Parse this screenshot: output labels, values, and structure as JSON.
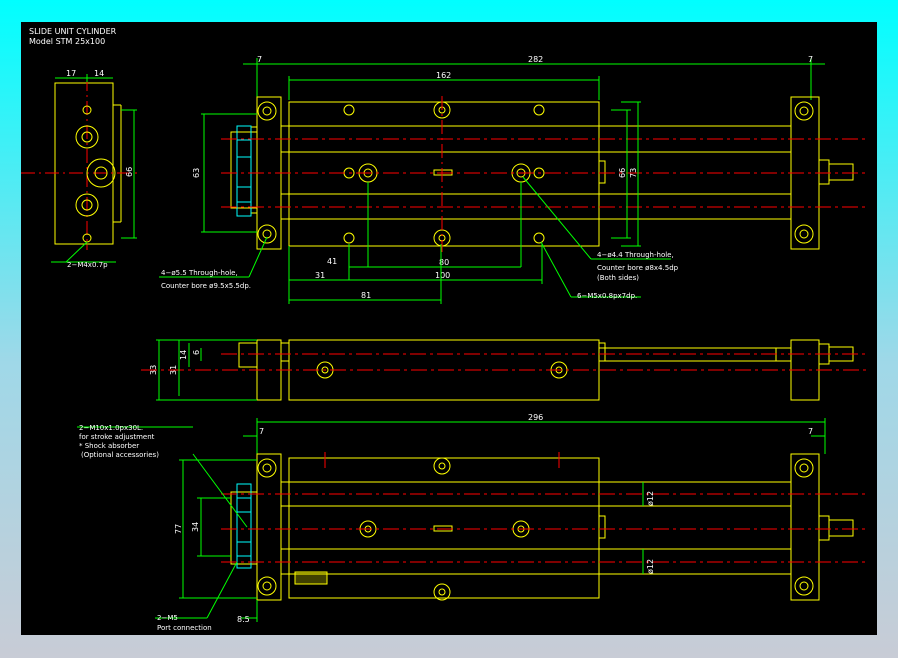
{
  "title": "SLIDE UNIT CYLINDER",
  "model": "Model  STM  25x100",
  "colors": {
    "background": "#000000",
    "outline": "#ffff00",
    "centerline": "#ff0000",
    "dimension": "#00ff00",
    "hardware": "#00ffff",
    "label": "#ffffff"
  },
  "dims": {
    "d17": "17",
    "d14": "14",
    "d66_side": "66",
    "d7_tl": "7",
    "d282": "282",
    "d7_tr": "7",
    "d162": "162",
    "d63": "63",
    "d66": "66",
    "d73": "73",
    "d41": "41",
    "d80": "80",
    "d31": "31",
    "d100": "100",
    "d81": "81",
    "d6": "6",
    "d14_mid": "14",
    "d31_mid": "31",
    "d33": "33",
    "d296": "296",
    "d7_bl": "7",
    "d7_br": "7",
    "d77": "77",
    "d34": "34",
    "d12a": "ø12",
    "d12b": "ø12",
    "d85": "8.5"
  },
  "notes": {
    "m4": "2−M4x0.7p",
    "bore55_1": "4−ø5.5 Through-hole,",
    "bore55_2": "Counter bore ø9.5x5.5dp.",
    "bore44_1": "4−ø4.4 Through-hole,",
    "bore44_2": "Counter bore ø8x4.5dp",
    "bore44_3": "(Both sides)",
    "m5x08": "6−M5x0.8px7dp.",
    "m10_1": "2−M10x1.0px30L.",
    "m10_2": "for stroke adjustment",
    "m10_3": "* Shock absorber",
    "m10_4": "(Optional accessories)",
    "m5_1": "2−M5",
    "m5_2": "Port connection"
  }
}
